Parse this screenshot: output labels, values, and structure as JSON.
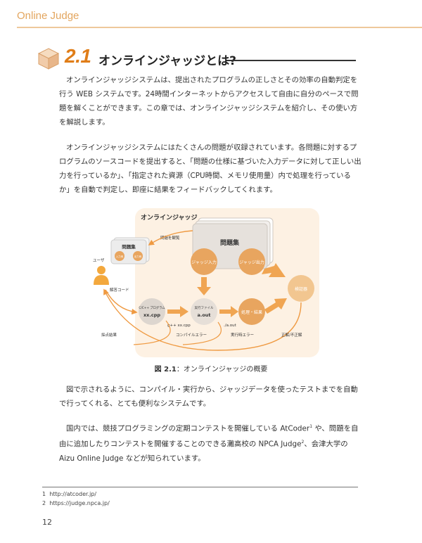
{
  "header": {
    "title": "Online Judge",
    "accent": "#e3a65f"
  },
  "section": {
    "number": "2.1",
    "title": "オンラインジャッジとは?",
    "icon": "cube-icon",
    "number_color": "#e07d18"
  },
  "paragraphs": [
    "オンラインジャッジシステムは、提出されたプログラムの正しさとその効率の自動判定を行う WEB システムです。24時間インターネットからアクセスして自由に自分のペースで問題を解くことができます。この章では、オンラインジャッジシステムを紹介し、その使い方を解説します。",
    "オンラインジャッジシステムにはたくさんの問題が収録されています。各問題に対するプログラムのソースコードを提出すると、「問題の仕様に基づいた入力データに対して正しい出力を行っているか」、「指定された資源（CPU時間、メモリ使用量）内で処理を行っているか」を自動で判定し、即座に結果をフィードバックしてくれます。",
    "図で示されるように、コンパイル・実行から、ジャッジデータを使ったテストまでを自動で行ってくれる、とても便利なシステムです。"
  ],
  "paragraph4": {
    "part1": "国内では、競技プログラミングの定期コンテストを開催している AtCoder",
    "ref1": "1",
    "part2": " や、問題を自由に追加したりコンテストを開催することのできる灘高校の NPCA Judge",
    "ref2": "2",
    "part3": "、会津大学の Aizu Online Judge などが知られています。"
  },
  "diagram": {
    "title": "オンラインジャッジ",
    "problem_set_big": "問題集",
    "judge_input": "ジャッジ入力",
    "judge_output": "ジャッジ出力",
    "checker": "検証器",
    "small_problem_set": "問題集",
    "small_input": "入力例",
    "small_output": "出力例",
    "browse_label": "問題を観覧",
    "user_label": "ユーザ",
    "solution_label": "解答コード",
    "source_caption": "C/C++ プログラム",
    "source_file": "xx.cpp",
    "executable_caption": "実行ファイル",
    "executable_file": "a.out",
    "process_result": "処理・結果",
    "compile_cmd": "g++ xx.cpp",
    "run_cmd": "./a.out",
    "scoring_result": "採点結果",
    "compile_error": "コンパイルエラー",
    "runtime_error": "実行時エラー",
    "verdict": "正解/不正解",
    "colors": {
      "background": "#fdf1e3",
      "node": "#e8a55f",
      "node_light": "#f2c690",
      "gray_node": "#ddd6cf",
      "arrow": "#ef9a42"
    }
  },
  "figure": {
    "label": "図 2.1",
    "separator": "：",
    "caption": "オンラインジャッジの概要"
  },
  "footnotes": [
    {
      "num": "1",
      "text": "http://atcoder.jp/"
    },
    {
      "num": "2",
      "text": "https://judge.npca.jp/"
    }
  ],
  "page_number": "12"
}
